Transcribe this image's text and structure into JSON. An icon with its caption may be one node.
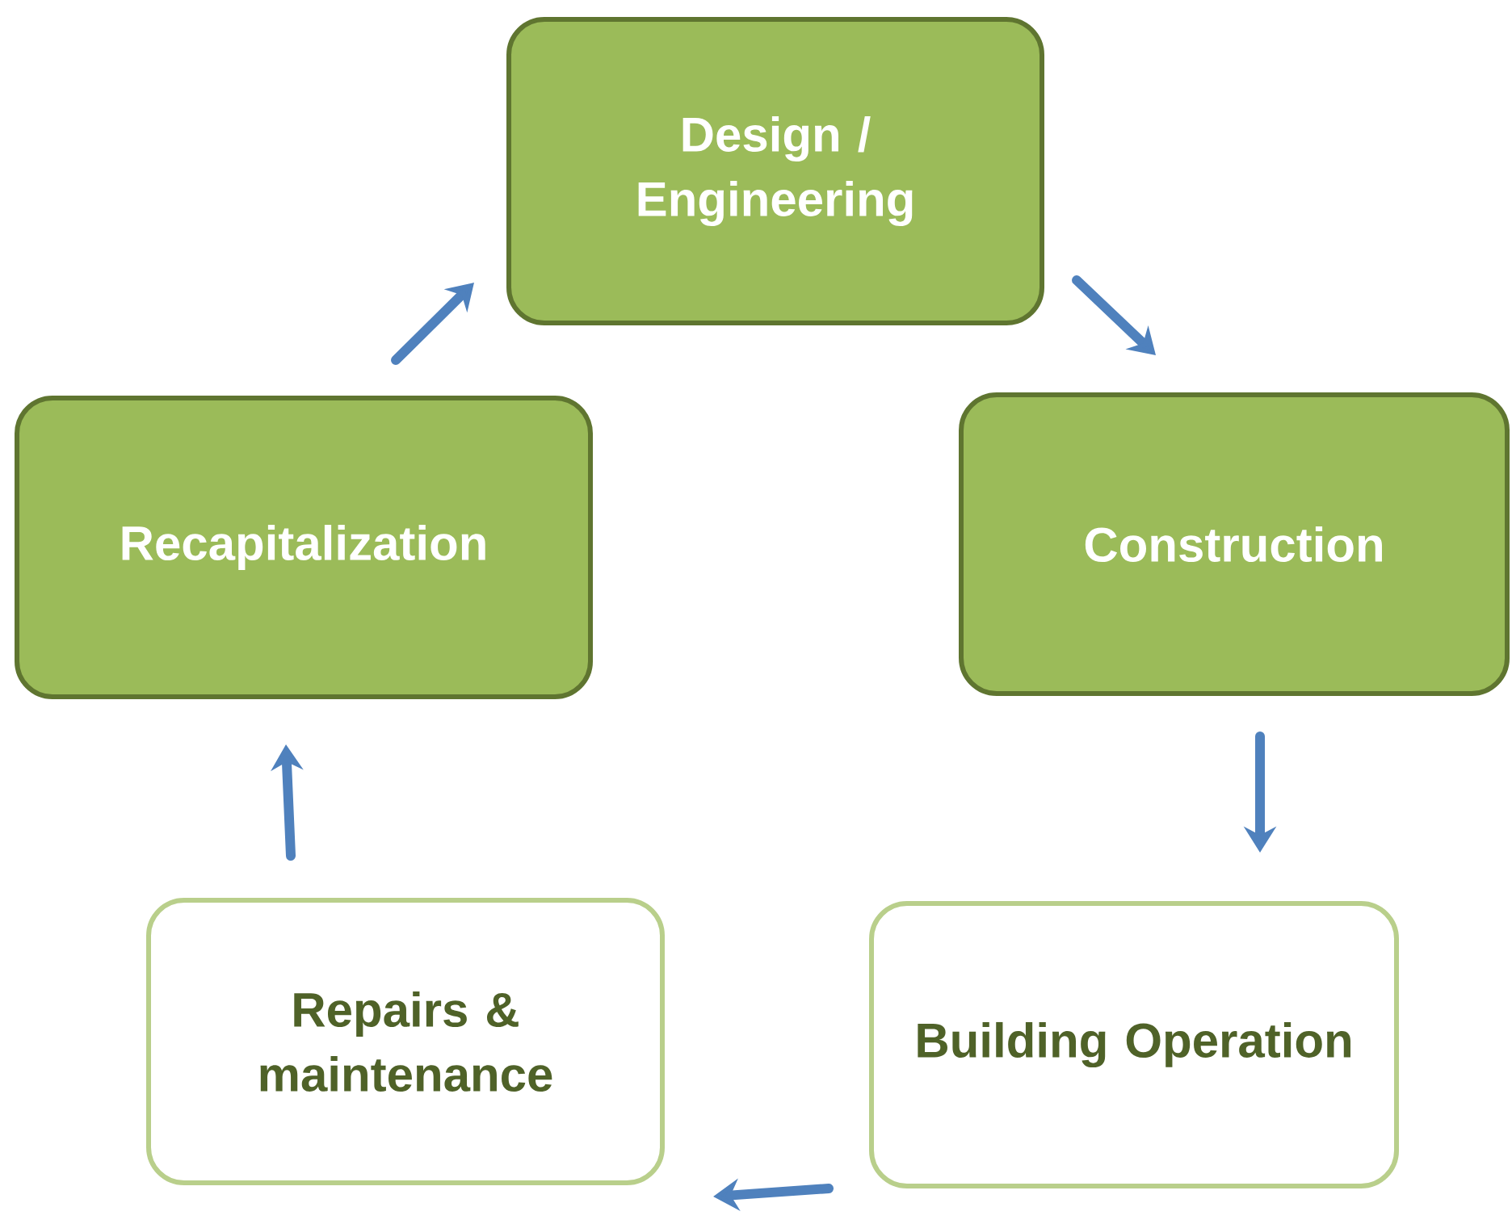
{
  "diagram": {
    "nodes": [
      {
        "text": [
          "Design / Engineering"
        ]
      },
      {
        "text": [
          "Construction"
        ]
      },
      {
        "text": [
          "Building Operation"
        ]
      },
      {
        "text": [
          "Repairs & maintenance"
        ]
      },
      {
        "text": [
          "Recapitalization"
        ]
      }
    ],
    "edges": [
      {
        "from": 0,
        "to": 1,
        "arrow": "to"
      },
      {
        "from": 1,
        "to": 2,
        "arrow": "to"
      },
      {
        "from": 2,
        "to": 3,
        "arrow": "to"
      },
      {
        "from": 3,
        "to": 4,
        "arrow": "to"
      },
      {
        "from": 4,
        "to": 0,
        "arrow": "to"
      }
    ]
  }
}
